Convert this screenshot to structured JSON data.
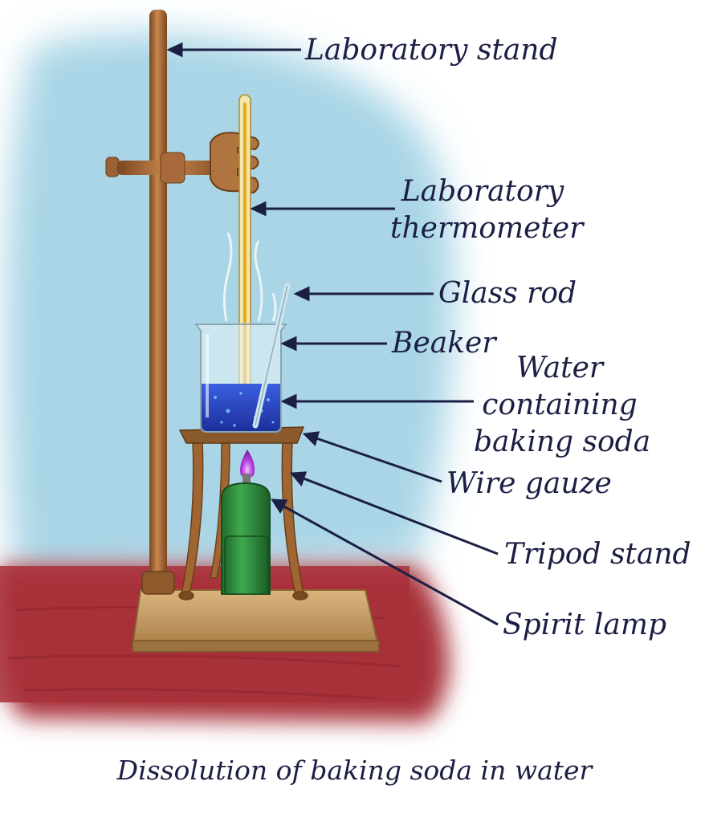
{
  "labels": {
    "laboratory_stand": "Laboratory stand",
    "thermometer_line1": "Laboratory",
    "thermometer_line2": "thermometer",
    "glass_rod": "Glass rod",
    "beaker": "Beaker",
    "water_line1": "Water",
    "water_line2": "containing",
    "water_line3": "baking soda",
    "wire_gauze": "Wire gauze",
    "tripod_stand": "Tripod stand",
    "spirit_lamp": "Spirit lamp"
  },
  "caption": "Dissolution of baking soda in water",
  "colors": {
    "background_blue": "#a9d5e6",
    "table_red": "#a8303a",
    "stand_brown": "#a86a3a",
    "base_tan": "#c9a06a",
    "solution_blue": "#2a47c4",
    "lamp_green": "#2f8f3f",
    "flame_purple": "#b43ce0",
    "thermometer_yellow": "#f2c21a",
    "label_text": "#1c1f44"
  }
}
